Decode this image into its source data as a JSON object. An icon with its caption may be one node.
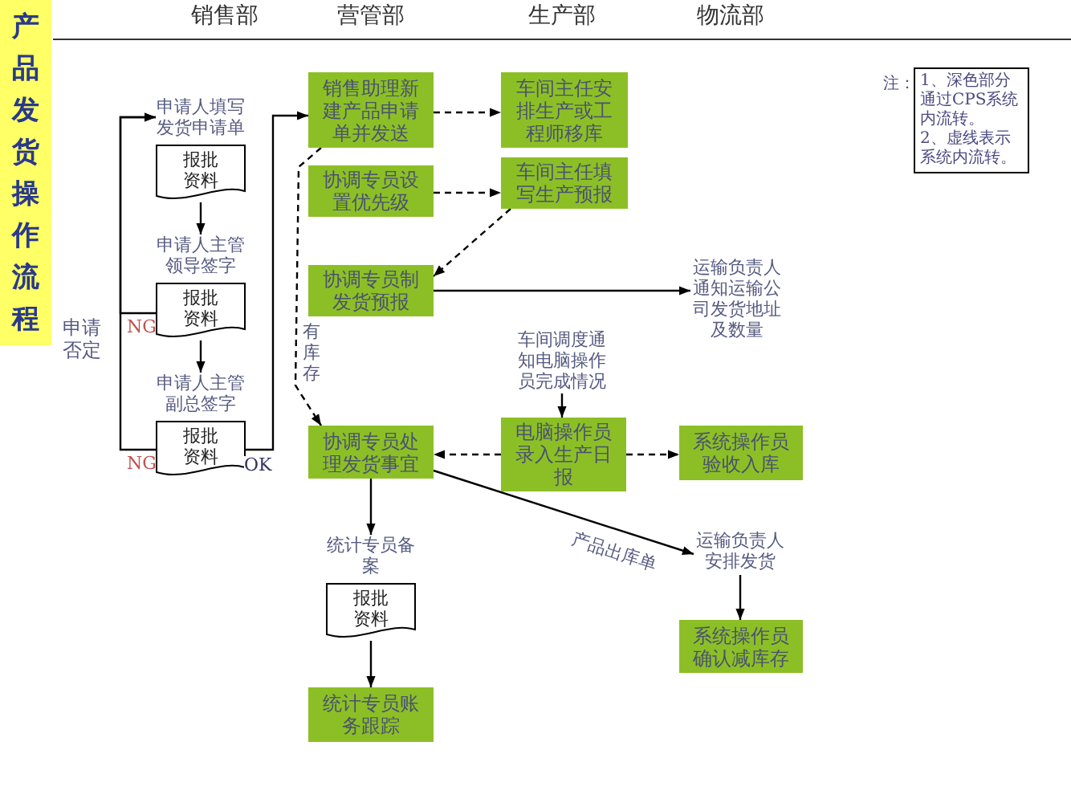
{
  "diagram": {
    "nodes": [
      {
        "text": [
          "产品发货操作流程"
        ]
      },
      {
        "text": [
          "申请人填写发货申请单",
          "报批资料"
        ]
      },
      {
        "text": [
          "申请人主管领导签字",
          "报批资料"
        ]
      },
      {
        "text": [
          "申请人主管副总签字",
          "报批资料"
        ]
      },
      {
        "text": [
          "销售助理新建产品申请单并发送"
        ]
      },
      {
        "text": [
          "协调专员设置优先级"
        ]
      },
      {
        "text": [
          "协调专员制发货预报"
        ]
      },
      {
        "text": [
          "协调专员处理发货事宜"
        ]
      },
      {
        "text": [
          "统计专员备案",
          "报批资料"
        ]
      },
      {
        "text": [
          "统计专员账务跟踪"
        ]
      },
      {
        "text": [
          "车间主任安排生产或工程师移库"
        ]
      },
      {
        "text": [
          "车间主任填写生产预报"
        ]
      },
      {
        "text": [
          "车间调度通知电脑操作员完成情况"
        ]
      },
      {
        "text": [
          "电脑操作员录入生产日报"
        ]
      },
      {
        "text": [
          "系统操作员验收入库"
        ]
      },
      {
        "text": [
          "运输负责人通知运输公司发货地址及数量"
        ]
      },
      {
        "text": [
          "运输负责人安排发货"
        ]
      },
      {
        "text": [
          "系统操作员确认减库存"
        ]
      },
      {
        "text": [
          "1、深色部分通过CPS系统内流转。",
          "2、虚线表示系统内流转。"
        ],
        "beside": [
          "注："
        ]
      }
    ],
    "edges": [
      {
        "from": 1,
        "to": 2,
        "arrow": "to"
      },
      {
        "from": 2,
        "to": 3,
        "arrow": "to"
      },
      {
        "from": 2,
        "to": 1,
        "arrow": "to",
        "label": "NG"
      },
      {
        "from": 3,
        "to": 1,
        "arrow": "to",
        "label": "NG"
      },
      {
        "from": 3,
        "to": 4,
        "arrow": "to",
        "label": "OK"
      },
      {
        "from": 4,
        "to": 10,
        "arrow": "to",
        "style": "dashed"
      },
      {
        "from": 5,
        "to": 11,
        "arrow": "to",
        "style": "dashed"
      },
      {
        "from": 11,
        "to": 6,
        "arrow": "to",
        "style": "dashed"
      },
      {
        "from": 4,
        "to": 7,
        "arrow": "to",
        "style": "dashed",
        "label": "有库存"
      },
      {
        "from": 6,
        "to": 15,
        "arrow": "to"
      },
      {
        "from": 12,
        "to": 13,
        "arrow": "to"
      },
      {
        "from": 13,
        "to": 7,
        "arrow": "to",
        "style": "dashed"
      },
      {
        "from": 13,
        "to": 14,
        "arrow": "to",
        "style": "dashed"
      },
      {
        "from": 7,
        "to": 16,
        "arrow": "to",
        "label": "产品出库单"
      },
      {
        "from": 7,
        "to": 8,
        "arrow": "to"
      },
      {
        "from": 8,
        "to": 9,
        "arrow": "to"
      },
      {
        "from": 16,
        "to": 17,
        "arrow": "to"
      }
    ],
    "labels": [
      "销售部",
      "营管部",
      "生产部",
      "物流部",
      "申请否定"
    ]
  }
}
